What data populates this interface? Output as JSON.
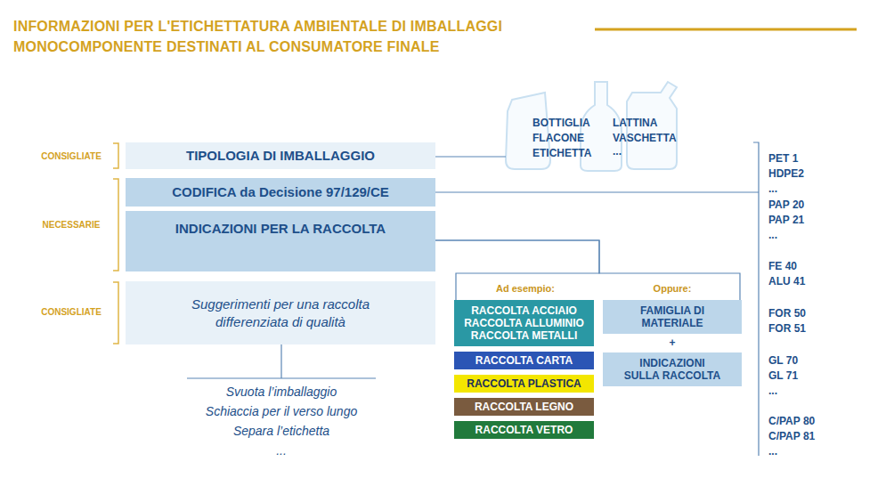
{
  "diagram": {
    "title": "INFORMAZIONI PER L'ETICHETTATURA AMBIENTALE DI IMBALLAGGI MONOCOMPONENTE DESTINATI AL CONSUMATORE FINALE",
    "nodes": [
      {
        "text": [
          "TIPOLOGIA DI IMBALLAGGIO"
        ]
      },
      {
        "text": [
          "CODIFICA da Decisione 97/129/CE"
        ]
      },
      {
        "text": [
          "INDICAZIONI PER LA RACCOLTA"
        ]
      },
      {
        "text": [
          "Suggerimenti per una raccolta differenziata di qualità"
        ]
      },
      {
        "text": [
          "RACCOLTA ACCIAIO RACCOLTA ALLUMINIO RACCOLTA METALLI"
        ]
      },
      {
        "text": [
          "RACCOLTA CARTA"
        ]
      },
      {
        "text": [
          "RACCOLTA PLASTICA"
        ]
      },
      {
        "text": [
          "RACCOLTA LEGNO"
        ]
      },
      {
        "text": [
          "RACCOLTA VETRO"
        ]
      },
      {
        "text": [
          "FAMIGLIA DI MATERIALE"
        ]
      },
      {
        "text": [
          "INDICAZIONI SULLA RACCOLTA"
        ]
      }
    ],
    "edges": [
      {
        "from": 2,
        "to": 4,
        "arrow": "none"
      },
      {
        "from": 2,
        "to": 9,
        "arrow": "none"
      }
    ],
    "labels": [
      "CONSIGLIATE",
      "NECESSARIE",
      "CONSIGLIATE",
      "BOTTIGLIA",
      "FLACONE",
      "ETICHETTA",
      "LATTINA",
      "VASCHETTA",
      "...",
      "Ad esempio:",
      "Oppure:",
      "+",
      "PET 1",
      "HDPE2",
      "...",
      "PAP 20",
      "PAP 21",
      "...",
      "FE 40",
      "ALU 41",
      "FOR 50",
      "FOR 51",
      "GL 70",
      "GL 71",
      "...",
      "C/PAP 80",
      "C/PAP 81",
      "...",
      "Svuota l’imballaggio",
      "Schiaccia per il verso lungo",
      "Separa l’etichetta",
      "..."
    ]
  }
}
